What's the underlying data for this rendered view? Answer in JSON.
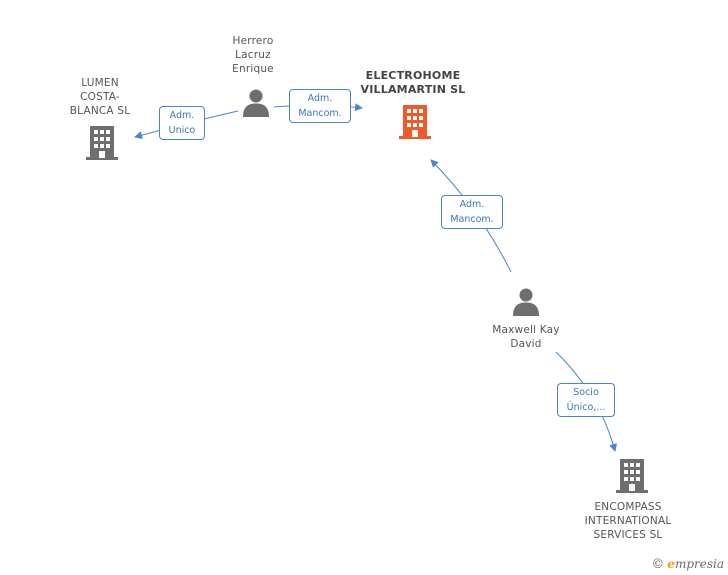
{
  "colors": {
    "edge": "#4a86c8",
    "node_gray": "#6e6e6e",
    "node_highlight": "#f05a28"
  },
  "nodes": {
    "herrero": {
      "type": "person",
      "label_lines": [
        "Herrero",
        "Lacruz",
        "Enrique"
      ]
    },
    "electrohome": {
      "type": "company",
      "highlight": true,
      "label_lines": [
        "ELECTROHOME",
        "VILLAMARTIN SL"
      ]
    },
    "lumen": {
      "type": "company",
      "label_lines": [
        "LUMEN",
        "COSTA-",
        "BLANCA  SL"
      ]
    },
    "maxwell": {
      "type": "person",
      "label_lines": [
        "Maxwell Kay",
        "David"
      ]
    },
    "encompass": {
      "type": "company",
      "label_lines": [
        "ENCOMPASS",
        "INTERNATIONAL",
        "SERVICES  SL"
      ]
    }
  },
  "edges": {
    "herrero_lumen": {
      "label_lines": [
        "Adm.",
        "Unico"
      ]
    },
    "herrero_electrohome": {
      "label_lines": [
        "Adm.",
        "Mancom."
      ]
    },
    "maxwell_electrohome": {
      "label_lines": [
        "Adm.",
        "Mancom."
      ]
    },
    "maxwell_encompass": {
      "label_lines": [
        "Socio",
        "Único,..."
      ]
    }
  },
  "brand": {
    "copyright": "©",
    "initial": "e",
    "rest": "mpresia"
  }
}
